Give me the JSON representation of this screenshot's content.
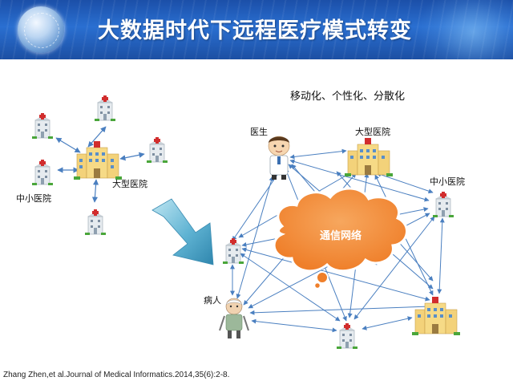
{
  "slide": {
    "title": "大数据时代下远程医疗模式转变",
    "citation": "Zhang Zhen,et al.Journal of Medical Informatics.2014,35(6):2-8."
  },
  "left_diagram": {
    "small_hospital_label": "中小医院",
    "large_hospital_label": "大型医院"
  },
  "right_diagram": {
    "heading": "移动化、个性化、分散化",
    "doctor_label": "医生",
    "large_hospital_label": "大型医院",
    "small_hospital_label": "中小医院",
    "patient_label": "病人",
    "network_label": "通信网络"
  },
  "colors": {
    "header_blue": "#1f58b8",
    "arrow_blue": "#4a7fc0",
    "cloud_orange": "#f28a3c",
    "transition_arrow": "#4aa6c9"
  }
}
